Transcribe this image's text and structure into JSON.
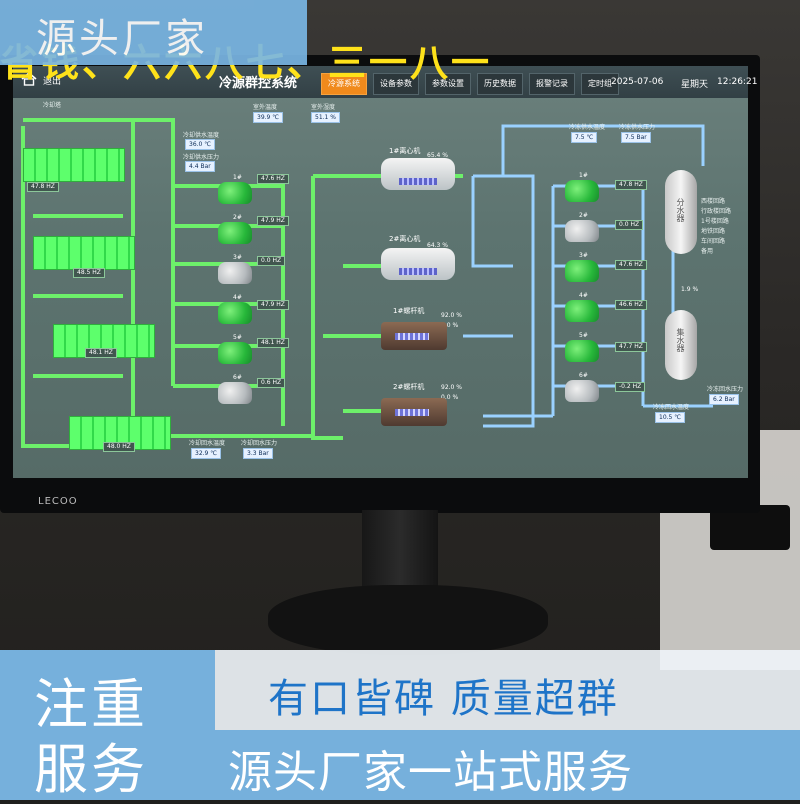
{
  "banner_top_left": "源头厂家",
  "top_strip": "省钱、六六八七、三一八一",
  "app": {
    "exit_label": "退出",
    "title": "冷源群控系统",
    "date": "2025-07-06",
    "weekday": "星期天",
    "time": "12:26:21",
    "nav": [
      "冷源系统",
      "设备参数",
      "参数设置",
      "历史数据",
      "报警记录",
      "定时组"
    ]
  },
  "labels": {
    "cooling_tower": "冷却塔",
    "outdoor_temp": "室外温度",
    "outdoor_temp_val": "39.9 ℃",
    "outdoor_hum": "室外湿度",
    "outdoor_hum_val": "51.1 %",
    "cw_supply_temp": "冷却供水温度",
    "cw_supply_temp_val": "36.0 ℃",
    "cw_supply_press": "冷却供水压力",
    "cw_supply_press_val": "4.4 Bar",
    "cw_return_temp": "冷却回水温度",
    "cw_return_temp_val": "32.9 ℃",
    "cw_return_press": "冷却回水压力",
    "cw_return_press_val": "3.3 Bar",
    "chw_supply_temp": "冷冻供水温度",
    "chw_supply_temp_val": "7.5 ℃",
    "chw_supply_press": "冷冻供水压力",
    "chw_supply_press_val": "7.5 Bar",
    "chw_return_temp": "冷冻回水温度",
    "chw_return_temp_val": "10.5 ℃",
    "chw_return_press": "冷冻回水压力",
    "chw_return_press_val": "6.2 Bar",
    "tank1": "分水器",
    "tank2": "集水器",
    "bypass": "1.9 %"
  },
  "tower_hz": [
    "47.8 HZ",
    "48.5 HZ",
    "48.1 HZ",
    "48.0 HZ"
  ],
  "cw_pumps": [
    {
      "name": "1#",
      "hz": "47.6 HZ"
    },
    {
      "name": "2#",
      "hz": "47.9 HZ"
    },
    {
      "name": "3#",
      "hz": "0.0 HZ"
    },
    {
      "name": "4#",
      "hz": "47.9 HZ"
    },
    {
      "name": "5#",
      "hz": "48.1 HZ"
    },
    {
      "name": "6#",
      "hz": "0.6 HZ"
    }
  ],
  "chillers": [
    {
      "name": "1#离心机",
      "load": "65.4 %"
    },
    {
      "name": "2#离心机",
      "load": "64.3 %"
    },
    {
      "name": "1#螺杆机",
      "load": "92.0 %",
      "load2": "0.0 %"
    },
    {
      "name": "2#螺杆机",
      "load": "92.0 %",
      "load2": "0.0 %"
    }
  ],
  "chw_pumps": [
    {
      "name": "1#",
      "hz": "47.8 HZ"
    },
    {
      "name": "2#",
      "hz": "0.0 HZ"
    },
    {
      "name": "3#",
      "hz": "47.6 HZ"
    },
    {
      "name": "4#",
      "hz": "46.6 HZ"
    },
    {
      "name": "5#",
      "hz": "47.7 HZ"
    },
    {
      "name": "6#",
      "hz": "-0.2 HZ"
    }
  ],
  "branches": [
    "西楼回路",
    "行政楼回路",
    "1号楼回路",
    "地铁回路",
    "车间回路",
    "备用"
  ],
  "bottom": {
    "left_line1": "注重",
    "left_line2": "服务",
    "slogan": "有口皆碑  质量超群",
    "footer": "源头厂家一站式服务"
  },
  "monitor_brand": "LECOO"
}
